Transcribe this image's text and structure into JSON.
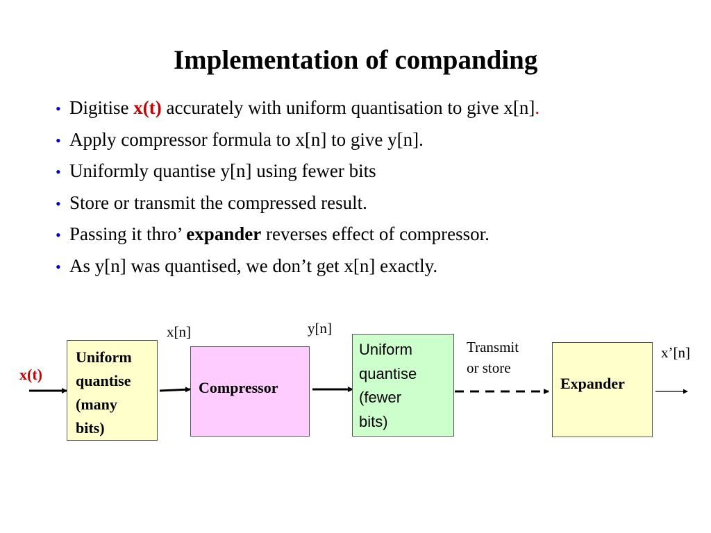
{
  "slide": {
    "title": "Implementation of companding",
    "bullets": [
      {
        "pre": "Digitise ",
        "emph": "x(t)",
        "post": " accurately with uniform quantisation to give x[n]",
        "tail": "."
      },
      {
        "text": "Apply compressor formula to x[n] to give y[n]."
      },
      {
        "text": "Uniformly quantise y[n] using fewer bits"
      },
      {
        "text": "Store or transmit the compressed result."
      },
      {
        "pre": "Passing it thro’ ",
        "emph": "expander",
        "post": " reverses effect of compressor."
      },
      {
        "text": "As y[n] was quantised, we don’t get x[n] exactly."
      }
    ],
    "bullet_symbol": "•"
  },
  "diagram": {
    "input_label": "x(t)",
    "labels": {
      "xn": "x[n]",
      "yn": "y[n]",
      "transmit": [
        "Transmit",
        "or store"
      ],
      "output": "x’[n]"
    },
    "boxes": {
      "uniform_many": [
        "Uniform",
        "quantise",
        "(many",
        "bits)"
      ],
      "compressor": "Compressor",
      "uniform_fewer": [
        "Uniform",
        "quantise",
        "(fewer",
        "bits)"
      ],
      "expander": "Expander"
    },
    "colors": {
      "uniform_many": "#ffffcc",
      "compressor": "#ffccff",
      "uniform_fewer": "#ccffcc",
      "expander": "#ffffcc",
      "input_label": "#cc0000",
      "bullet": "#0000cc"
    }
  }
}
